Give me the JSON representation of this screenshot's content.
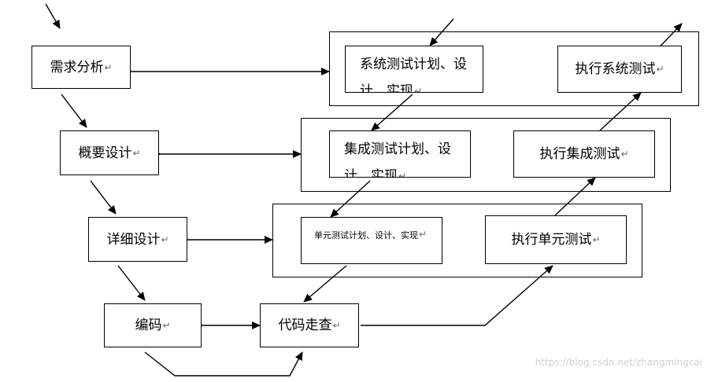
{
  "return_mark": "↵",
  "nodes": {
    "requirements": "需求分析",
    "high_level_design": "概要设计",
    "detailed_design": "详细设计",
    "coding": "编码",
    "code_review": "代码走查",
    "system_test_plan": "系统测试计划、设计、实现",
    "run_system_test": "执行系统测试",
    "integration_test_plan": "集成测试计划、设计、实现",
    "run_integration_test": "执行集成测试",
    "unit_test_plan": "单元测试计划、设计、实现",
    "run_unit_test": "执行单元测试"
  },
  "watermark": "https://blog.csdn.net/zhangmingcai"
}
